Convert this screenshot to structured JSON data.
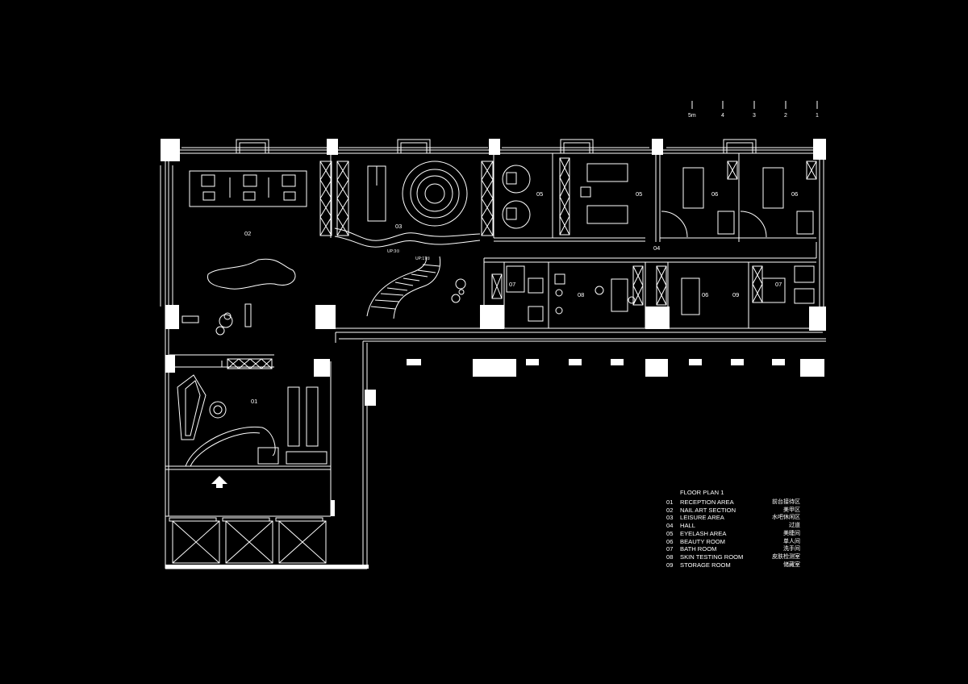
{
  "legend": {
    "title": "FLOOR PLAN   1",
    "items": [
      {
        "num": "01",
        "en": "RECEPTION AREA",
        "zh": "前台接待区"
      },
      {
        "num": "02",
        "en": "NAIL ART SECTION",
        "zh": "美甲区"
      },
      {
        "num": "03",
        "en": "LEISURE AREA",
        "zh": "水吧休闲区"
      },
      {
        "num": "04",
        "en": "HALL",
        "zh": "过道"
      },
      {
        "num": "05",
        "en": "EYELASH AREA",
        "zh": "美睫间"
      },
      {
        "num": "06",
        "en": "BEAUTY ROOM",
        "zh": "单人间"
      },
      {
        "num": "07",
        "en": "BATH ROOM",
        "zh": "洗手间"
      },
      {
        "num": "08",
        "en": "SKIN TESTING ROOM",
        "zh": "皮肤检测室"
      },
      {
        "num": "09",
        "en": "STORAGE ROOM",
        "zh": "储藏室"
      }
    ]
  },
  "scale_bar": {
    "labels": [
      "5m",
      "4",
      "3",
      "2",
      "1"
    ]
  },
  "room_labels": {
    "r02": "02",
    "r03": "03",
    "r05a": "05",
    "r05b": "05",
    "r06a": "06",
    "r06b": "06",
    "r04": "04",
    "r07a": "07",
    "r08": "08",
    "r06c": "06",
    "r09": "09",
    "r07b": "07",
    "r01": "01"
  },
  "stair_labels": {
    "up3": "UP:3①",
    "up17": "UP:17①"
  }
}
